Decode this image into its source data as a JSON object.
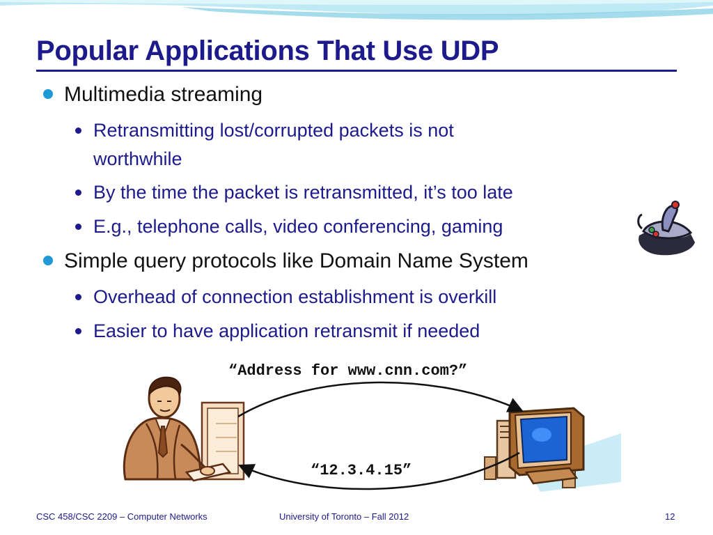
{
  "slide": {
    "title": "Popular Applications That Use UDP",
    "bullets": [
      {
        "text": "Multimedia streaming",
        "sub": [
          {
            "line1": "Retransmitting lost/corrupted packets is not",
            "line2": "worthwhile"
          },
          {
            "line1": "By the time the packet is retransmitted, it’s too late"
          },
          {
            "line1": "E.g., telephone calls, video conferencing, gaming"
          }
        ]
      },
      {
        "text": "Simple query protocols like Domain Name System",
        "sub": [
          {
            "line1": "Overhead of connection establishment is overkill"
          },
          {
            "line1": "Easier to have application retransmit if needed"
          }
        ]
      }
    ],
    "diagram": {
      "query_label": "“Address for www.cnn.com?”",
      "response_label": "“12.3.4.15”"
    },
    "footer": {
      "left": "CSC 458/CSC 2209 – Computer Networks",
      "center": "University of Toronto – Fall 2012",
      "page_number": "12"
    },
    "colors": {
      "title": "#1d1b8c",
      "sub_bullet_text": "#1d1b8c",
      "main_bullet_dot": "#1f9ad6",
      "header_wave": "#8fd3e6"
    },
    "icons": [
      "joystick-icon",
      "person-at-computer-icon",
      "desktop-computer-icon"
    ]
  }
}
